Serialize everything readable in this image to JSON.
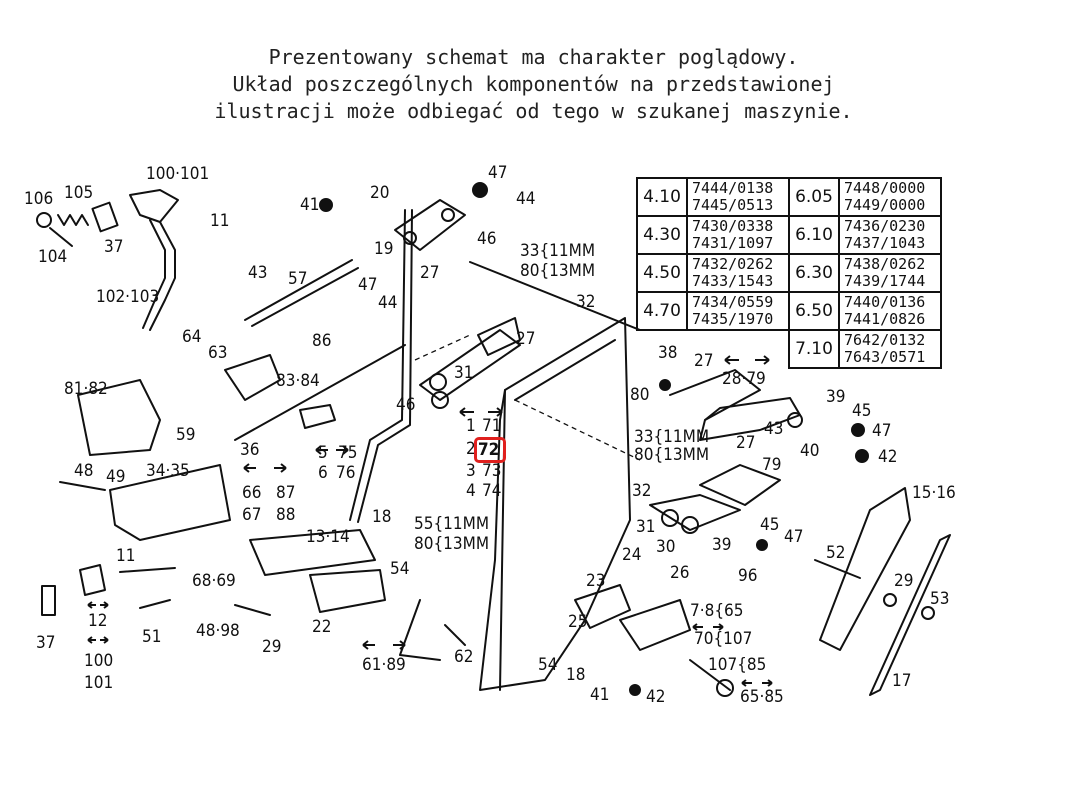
{
  "disclaimer": {
    "line1": "Prezentowany schemat ma charakter poglądowy.",
    "line2": "Układ poszczególnych komponentów na przedstawionej",
    "line3": "ilustracji może odbiegać od tego w szukanej maszynie."
  },
  "highlight": {
    "label": "72",
    "color": "#e0201e"
  },
  "table": {
    "rows": [
      {
        "c1": "4.10",
        "n1a": "7444/0138",
        "n1b": "7445/0513",
        "c2": "6.05",
        "n2a": "7448/0000",
        "n2b": "7449/0000"
      },
      {
        "c1": "4.30",
        "n1a": "7430/0338",
        "n1b": "7431/1097",
        "c2": "6.10",
        "n2a": "7436/0230",
        "n2b": "7437/1043"
      },
      {
        "c1": "4.50",
        "n1a": "7432/0262",
        "n1b": "7433/1543",
        "c2": "6.30",
        "n2a": "7438/0262",
        "n2b": "7439/1744"
      },
      {
        "c1": "4.70",
        "n1a": "7434/0559",
        "n1b": "7435/1970",
        "c2": "6.50",
        "n2a": "7440/0136",
        "n2b": "7441/0826"
      },
      {
        "c1": "",
        "n1a": "",
        "n1b": "",
        "c2": "7.10",
        "n2a": "7642/0132",
        "n2b": "7643/0571"
      }
    ]
  },
  "labels": [
    {
      "id": "l1",
      "t": "106"
    },
    {
      "id": "l2",
      "t": "105"
    },
    {
      "id": "l3",
      "t": "100·101"
    },
    {
      "id": "l4",
      "t": "11"
    },
    {
      "id": "l5",
      "t": "37"
    },
    {
      "id": "l6",
      "t": "104"
    },
    {
      "id": "l7",
      "t": "102·103"
    },
    {
      "id": "l8",
      "t": "41"
    },
    {
      "id": "l9",
      "t": "20"
    },
    {
      "id": "l10",
      "t": "19"
    },
    {
      "id": "l11",
      "t": "43"
    },
    {
      "id": "l12",
      "t": "57"
    },
    {
      "id": "l13",
      "t": "47"
    },
    {
      "id": "l14",
      "t": "44"
    },
    {
      "id": "l15",
      "t": "27"
    },
    {
      "id": "l16",
      "t": "46"
    },
    {
      "id": "l17",
      "t": "33{11MM"
    },
    {
      "id": "l18",
      "t": "80{13MM"
    },
    {
      "id": "l19",
      "t": "47"
    },
    {
      "id": "l20",
      "t": "44"
    },
    {
      "id": "l21",
      "t": "32"
    },
    {
      "id": "l22",
      "t": "86"
    },
    {
      "id": "l23",
      "t": "64"
    },
    {
      "id": "l24",
      "t": "63"
    },
    {
      "id": "l25",
      "t": "83·84"
    },
    {
      "id": "l26",
      "t": "81·82"
    },
    {
      "id": "l27",
      "t": "59"
    },
    {
      "id": "l28",
      "t": "27"
    },
    {
      "id": "l29",
      "t": "31"
    },
    {
      "id": "l30",
      "t": "46"
    },
    {
      "id": "l31",
      "t": "1"
    },
    {
      "id": "l32",
      "t": "71"
    },
    {
      "id": "l33",
      "t": "2"
    },
    {
      "id": "l34",
      "t": "3"
    },
    {
      "id": "l35",
      "t": "73"
    },
    {
      "id": "l36",
      "t": "4"
    },
    {
      "id": "l37",
      "t": "74"
    },
    {
      "id": "l38",
      "t": "5"
    },
    {
      "id": "l39",
      "t": "75"
    },
    {
      "id": "l40",
      "t": "6"
    },
    {
      "id": "l41",
      "t": "76"
    },
    {
      "id": "l42",
      "t": "36"
    },
    {
      "id": "l43",
      "t": "66"
    },
    {
      "id": "l44",
      "t": "87"
    },
    {
      "id": "l45",
      "t": "67"
    },
    {
      "id": "l46",
      "t": "88"
    },
    {
      "id": "l47",
      "t": "48"
    },
    {
      "id": "l48",
      "t": "49"
    },
    {
      "id": "l49",
      "t": "34·35"
    },
    {
      "id": "l50",
      "t": "11"
    },
    {
      "id": "l51",
      "t": "68·69"
    },
    {
      "id": "l52",
      "t": "13·14"
    },
    {
      "id": "l53",
      "t": "18"
    },
    {
      "id": "l54",
      "t": "55{11MM"
    },
    {
      "id": "l55",
      "t": "80{13MM"
    },
    {
      "id": "l56",
      "t": "54"
    },
    {
      "id": "l57",
      "t": "12"
    },
    {
      "id": "l58",
      "t": "37"
    },
    {
      "id": "l59",
      "t": "51"
    },
    {
      "id": "l60",
      "t": "48·98"
    },
    {
      "id": "l61",
      "t": "22"
    },
    {
      "id": "l62",
      "t": "29"
    },
    {
      "id": "l63",
      "t": "100"
    },
    {
      "id": "l64",
      "t": "101"
    },
    {
      "id": "l65",
      "t": "61·89"
    },
    {
      "id": "l66",
      "t": "62"
    },
    {
      "id": "l67",
      "t": "38"
    },
    {
      "id": "l68",
      "t": "27"
    },
    {
      "id": "l69",
      "t": "28·79"
    },
    {
      "id": "l70",
      "t": "80"
    },
    {
      "id": "l71",
      "t": "39"
    },
    {
      "id": "l72",
      "t": "45"
    },
    {
      "id": "l73",
      "t": "43"
    },
    {
      "id": "l74",
      "t": "47"
    },
    {
      "id": "l75",
      "t": "40"
    },
    {
      "id": "l76",
      "t": "42"
    },
    {
      "id": "l77",
      "t": "33{11MM"
    },
    {
      "id": "l78",
      "t": "80{13MM"
    },
    {
      "id": "l79",
      "t": "27"
    },
    {
      "id": "l80",
      "t": "79"
    },
    {
      "id": "l81",
      "t": "32"
    },
    {
      "id": "l82",
      "t": "31"
    },
    {
      "id": "l83",
      "t": "30"
    },
    {
      "id": "l84",
      "t": "39"
    },
    {
      "id": "l85",
      "t": "45"
    },
    {
      "id": "l86",
      "t": "47"
    },
    {
      "id": "l87",
      "t": "15·16"
    },
    {
      "id": "l88",
      "t": "24"
    },
    {
      "id": "l89",
      "t": "26"
    },
    {
      "id": "l90",
      "t": "96"
    },
    {
      "id": "l91",
      "t": "23"
    },
    {
      "id": "l92",
      "t": "25"
    },
    {
      "id": "l93",
      "t": "7·8{65"
    },
    {
      "id": "l94",
      "t": "70{107"
    },
    {
      "id": "l95",
      "t": "107{85"
    },
    {
      "id": "l96",
      "t": "65·85"
    },
    {
      "id": "l97",
      "t": "52"
    },
    {
      "id": "l98",
      "t": "29"
    },
    {
      "id": "l99",
      "t": "53"
    },
    {
      "id": "l100",
      "t": "17"
    },
    {
      "id": "l101",
      "t": "54"
    },
    {
      "id": "l102",
      "t": "18"
    },
    {
      "id": "l103",
      "t": "41"
    },
    {
      "id": "l104",
      "t": "42"
    }
  ]
}
